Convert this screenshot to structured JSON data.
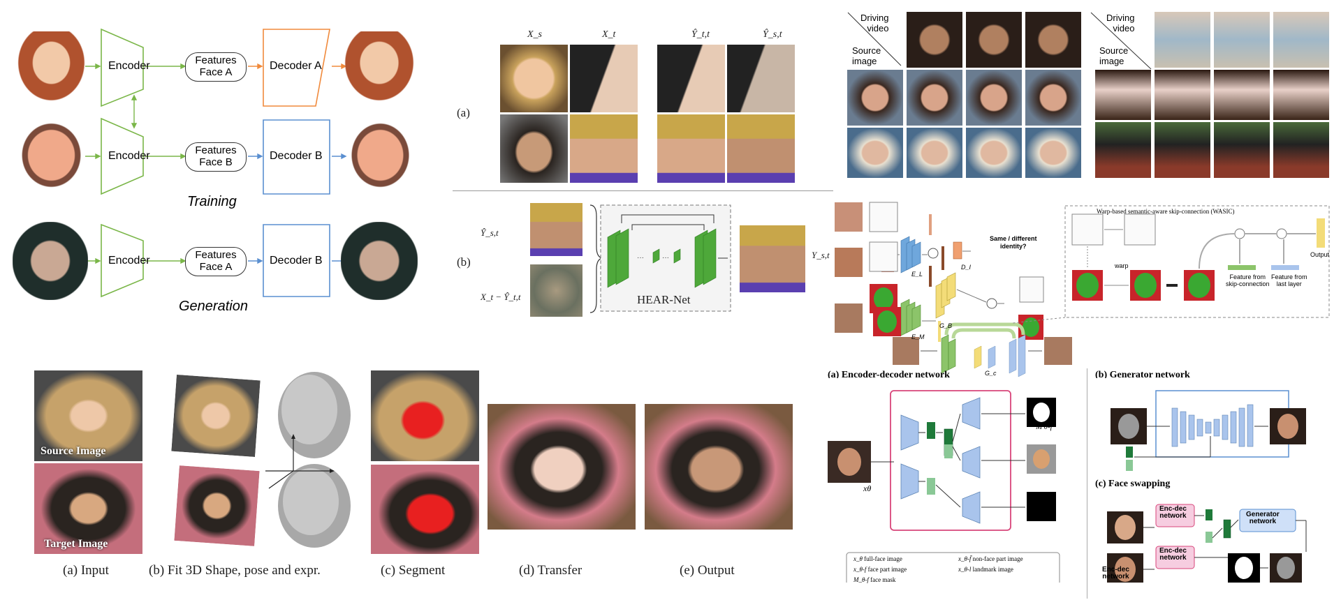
{
  "panel1": {
    "encoder": "Encoder",
    "features_a": "Features\nFace A",
    "features_b": "Features\nFace B",
    "decoder_a": "Decoder A",
    "decoder_b": "Decoder B",
    "training": "Training",
    "generation": "Generation",
    "colors": {
      "green": "#7ab648",
      "orange": "#f08a3c",
      "blue": "#5a8fd0"
    }
  },
  "panel2": {
    "label_a": "(a)",
    "label_b": "(b)",
    "cols": [
      "X_s",
      "X_t",
      "Ŷ_t,t",
      "Ŷ_s,t"
    ],
    "y_hat_st": "Ŷ_s,t",
    "xt_minus": "X_t − Ŷ_t,t",
    "hearnet": "HEAR-Net",
    "y_st": "Y_s,t"
  },
  "panel3": {
    "driving_video": "Driving\nvideo",
    "source_image": "Source\nimage"
  },
  "panel4": {
    "same_diff": "Same / different\nidentity?",
    "wasic": "Warp-based semantic-aware skip-connection (WASIC)",
    "warp": "warp",
    "feat_skip": "Feature from\nskip-connection",
    "feat_last": "Feature from\nlast layer",
    "output": "Output",
    "e_l": "E_L",
    "e_m": "E_M",
    "g_b": "G_B",
    "g_c": "G_c",
    "d_i": "D_I"
  },
  "panel5": {
    "source_image": "Source Image",
    "target_image": "Target Image",
    "captions": [
      "(a) Input",
      "(b) Fit 3D Shape, pose and expr.",
      "(c) Segment",
      "(d) Transfer",
      "(e) Output"
    ]
  },
  "panel6": {
    "title_a": "(a) Encoder-decoder network",
    "title_b": "(b) Generator network",
    "title_c": "(c) Face swapping",
    "enc_dec": "Enc-dec\nnetwork",
    "generator": "Generator\nnetwork",
    "legend": [
      {
        "sym": "x_θ",
        "desc": "full-face image"
      },
      {
        "sym": "x_θ-f̄",
        "desc": "non-face part image"
      },
      {
        "sym": "x_θ-f",
        "desc": "face part image"
      },
      {
        "sym": "x_θ-l",
        "desc": "landmark image"
      },
      {
        "sym": "M_θ-f",
        "desc": "face mask"
      }
    ]
  }
}
